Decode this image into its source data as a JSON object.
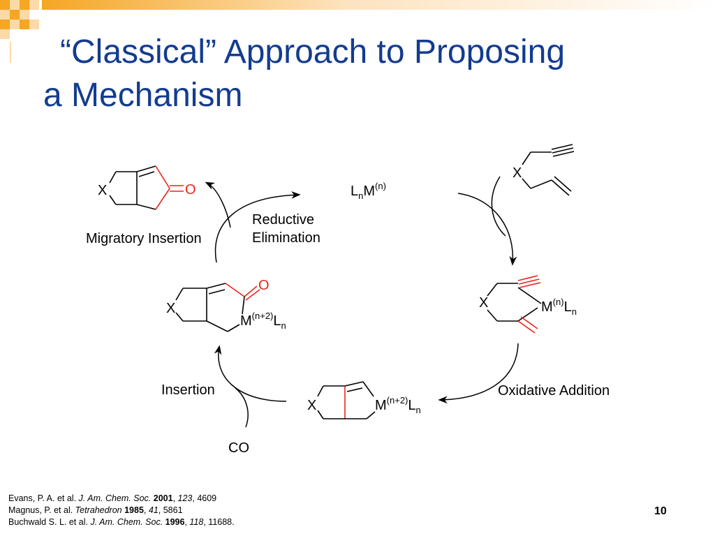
{
  "slide": {
    "title_line1": "“Classical” Approach to Proposing",
    "title_line2": "a Mechanism",
    "page_number": "10"
  },
  "labels": {
    "catalyst": "LnM(n)",
    "migratory_insertion": "Migratory Insertion",
    "reductive_elimination_1": "Reductive",
    "reductive_elimination_2": "Elimination",
    "oxidative_addition": "Oxidative Addition",
    "insertion": "Insertion",
    "co": "CO"
  },
  "atoms": {
    "x": "X",
    "o": "O",
    "m": "M",
    "l": "L",
    "n_sub": "n",
    "sup_n": "(n)",
    "sup_n2": "(n+2)"
  },
  "references": [
    {
      "authors": "Evans, P. A. et al. ",
      "journal": "J. Am. Chem. Soc.",
      "year": "2001",
      "volume": "123",
      "pages": ", 4609"
    },
    {
      "authors": "Magnus, P. et al. ",
      "journal": "Tetrahedron",
      "year": "1985",
      "volume": "41",
      "pages": ", 5861"
    },
    {
      "authors": "Buchwald S. L. et al. ",
      "journal": "J. Am. Chem. Soc.",
      "year": "1996",
      "volume": "118",
      "pages": ", 11688."
    }
  ],
  "colors": {
    "title": "#133c8f",
    "highlight_red": "#e8251c",
    "decoration_orange": "#f5a623",
    "decoration_light": "#fbd9a8"
  }
}
